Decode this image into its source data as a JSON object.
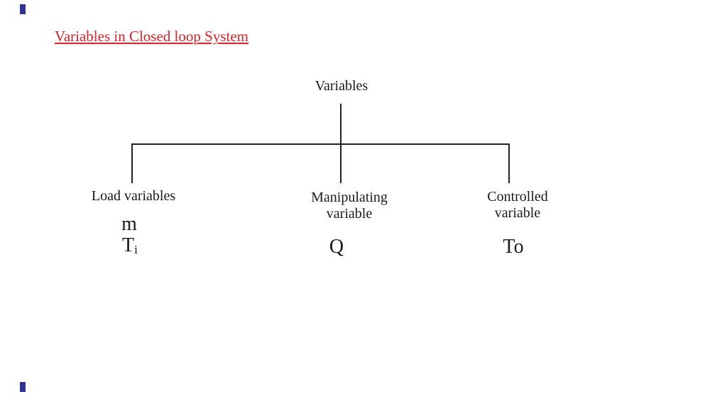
{
  "header": {
    "title": "Variables in Closed loop System"
  },
  "tree": {
    "root_label": "Variables",
    "branch_load": {
      "label": "Load variables",
      "symbol_m": "m",
      "symbol_t_base": "T",
      "symbol_t_sub": "i"
    },
    "branch_manipulating": {
      "label_line1": "Manipulating",
      "label_line2": "variable",
      "symbol": "Q"
    },
    "branch_controlled": {
      "label_line1": "Controlled",
      "label_line2": "variable",
      "symbol": "To"
    }
  },
  "colors": {
    "title_red": "#d8232a",
    "connector_line": "#222222",
    "edge_marker_blue": "#2e3192",
    "background": "#ffffff"
  }
}
